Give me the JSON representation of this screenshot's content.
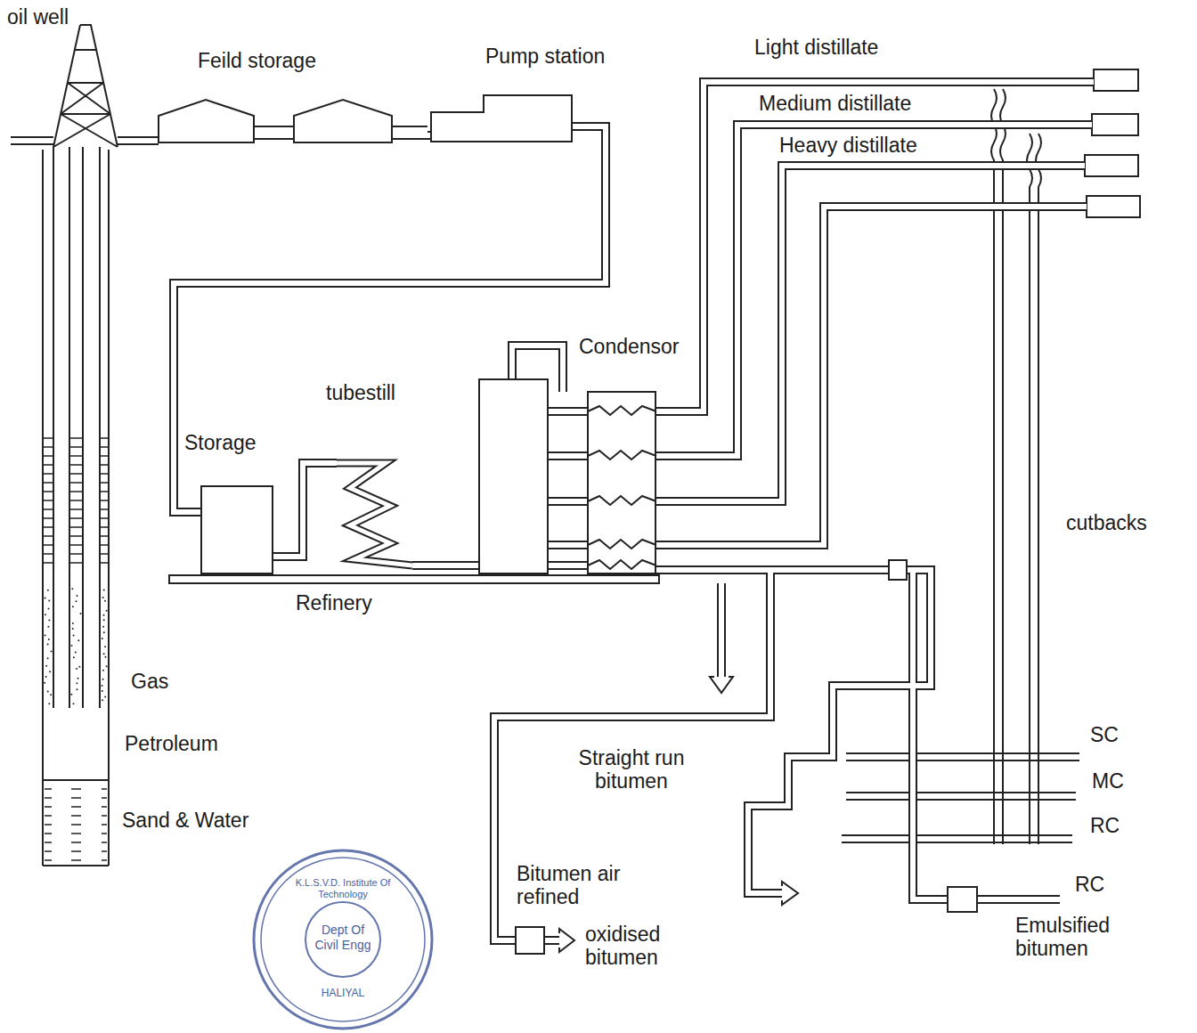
{
  "diagram": {
    "nodes": [
      {
        "text": [
          "oil well"
        ]
      },
      {
        "text": [
          "Feild storage"
        ]
      },
      {
        "text": [
          "Pump station"
        ]
      },
      {
        "text": [
          "Storage"
        ]
      },
      {
        "text": [
          "tubestill"
        ]
      },
      {
        "text": [
          "Condensor"
        ]
      },
      {
        "text": [
          "Bitumen air refined"
        ]
      },
      {
        "text": [
          "Emulsified bitumen"
        ]
      }
    ],
    "edges": [
      {
        "from": 0,
        "to": 1,
        "arrow": "none"
      },
      {
        "from": 1,
        "to": 2,
        "arrow": "none"
      },
      {
        "from": 2,
        "to": 3,
        "arrow": "none"
      },
      {
        "from": 3,
        "to": 4,
        "arrow": "none"
      },
      {
        "from": 4,
        "to": 5,
        "arrow": "none"
      },
      {
        "from": 5,
        "to": 6,
        "label": "Straight run bitumen",
        "arrow": "none"
      },
      {
        "from": 5,
        "to": 7,
        "arrow": "none"
      }
    ],
    "labels": [
      "Light distillate",
      "Medium distillate",
      "Heavy distillate",
      "Refinery",
      "Gas",
      "Petroleum",
      "Sand & Water",
      "oxidised bitumen",
      "cutbacks",
      "SC",
      "MC",
      "RC",
      "RC",
      "K.L.S.V.D. Institute Of Technology",
      "Dept Of Civil Engg",
      "HALIYAL"
    ]
  }
}
